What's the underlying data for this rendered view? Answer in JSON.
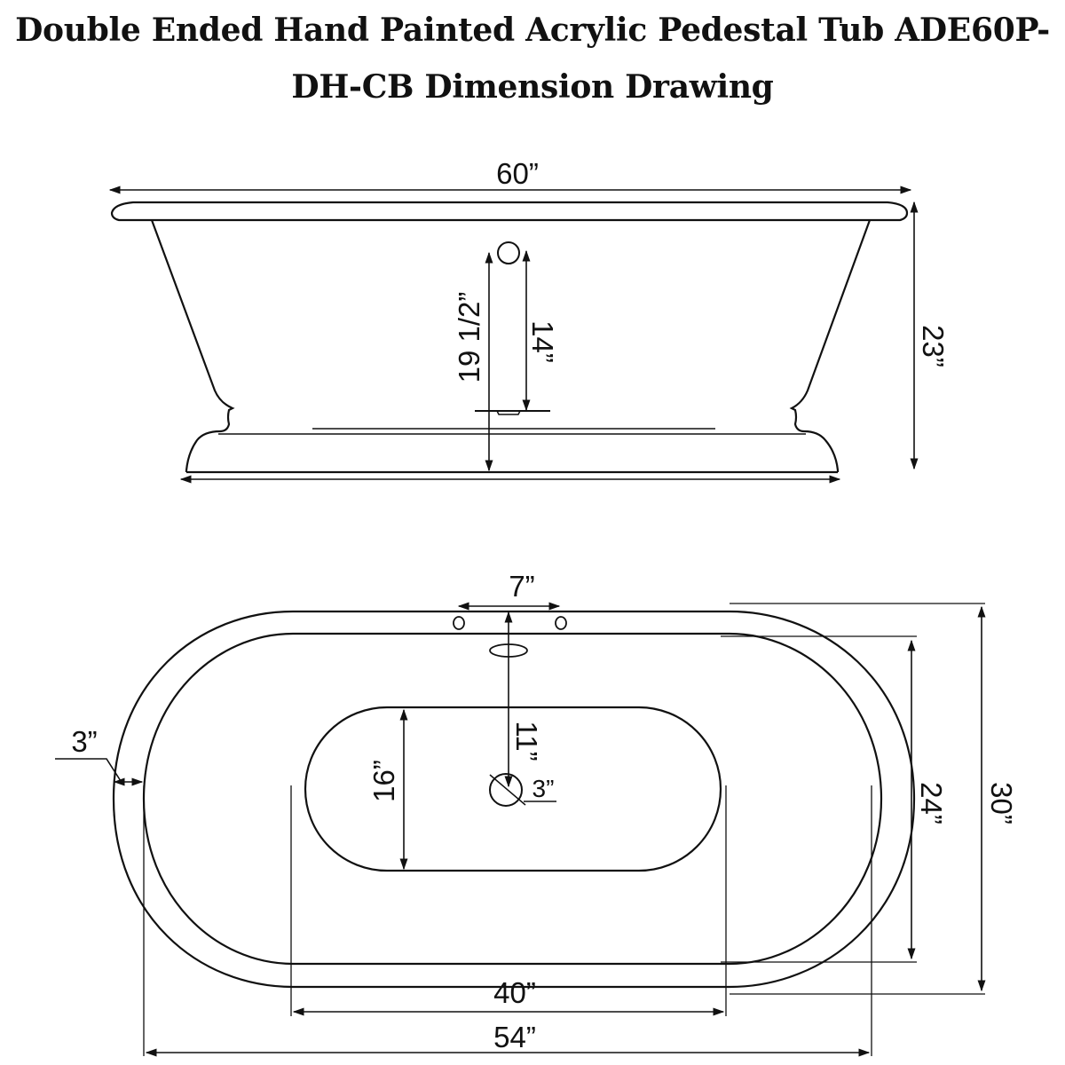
{
  "title": {
    "line1": "Double Ended Hand Painted Acrylic Pedestal Tub ADE60P-",
    "line2": "DH-CB Dimension Drawing"
  },
  "colors": {
    "line": "#111111",
    "background": "#ffffff"
  },
  "side_view": {
    "overall_length": "60”",
    "overall_height": "23”",
    "faucet_height": "19 1/2”",
    "faucet_to_drain": "14”"
  },
  "top_view": {
    "faucet_spacing": "7”",
    "rim_width": "3”",
    "drain_offset": "11”",
    "drain_diameter": "3”",
    "basin_width": "16”",
    "interior_width": "24”",
    "overall_width": "30”",
    "basin_length": "40”",
    "interior_length": "54”"
  }
}
